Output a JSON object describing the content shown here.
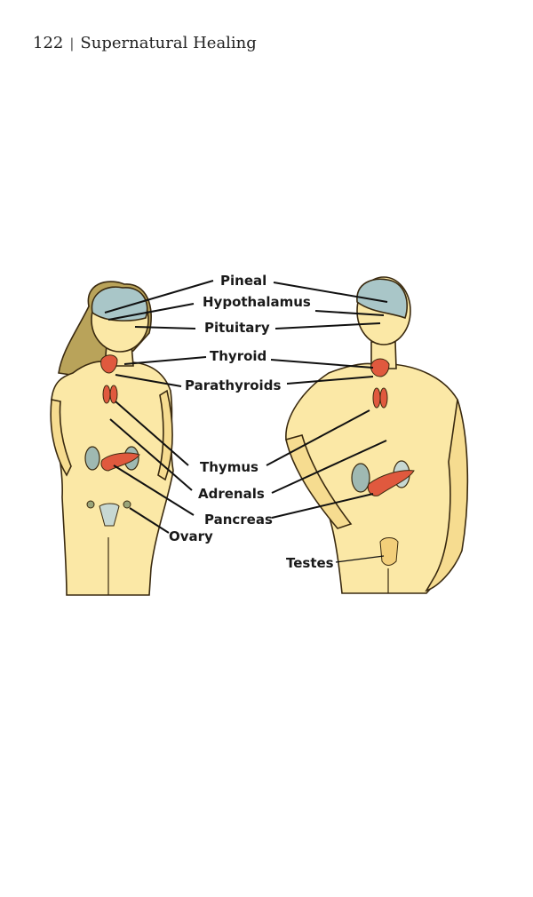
{
  "header": {
    "page_number": "122",
    "separator": "|",
    "running_title": "Supernatural Healing"
  },
  "figure": {
    "description": "Endocrine glands shown on female and male figures",
    "colors": {
      "skin": "#fbe8a6",
      "skin_shade": "#f3cf7a",
      "brain": "#a9c6c8",
      "gland": "#e0593e",
      "kidney": "#9fb9b2",
      "hair": "#b9a35a",
      "outline": "#3a2a10",
      "leader_line": "#111111"
    },
    "labels": {
      "pineal": "Pineal",
      "hypothalamus": "Hypothalamus",
      "pituitary": "Pituitary",
      "thyroid": "Thyroid",
      "parathyroids": "Parathyroids",
      "thymus": "Thymus",
      "adrenals": "Adrenals",
      "pancreas": "Pancreas",
      "ovary": "Ovary",
      "testes": "Testes"
    }
  }
}
